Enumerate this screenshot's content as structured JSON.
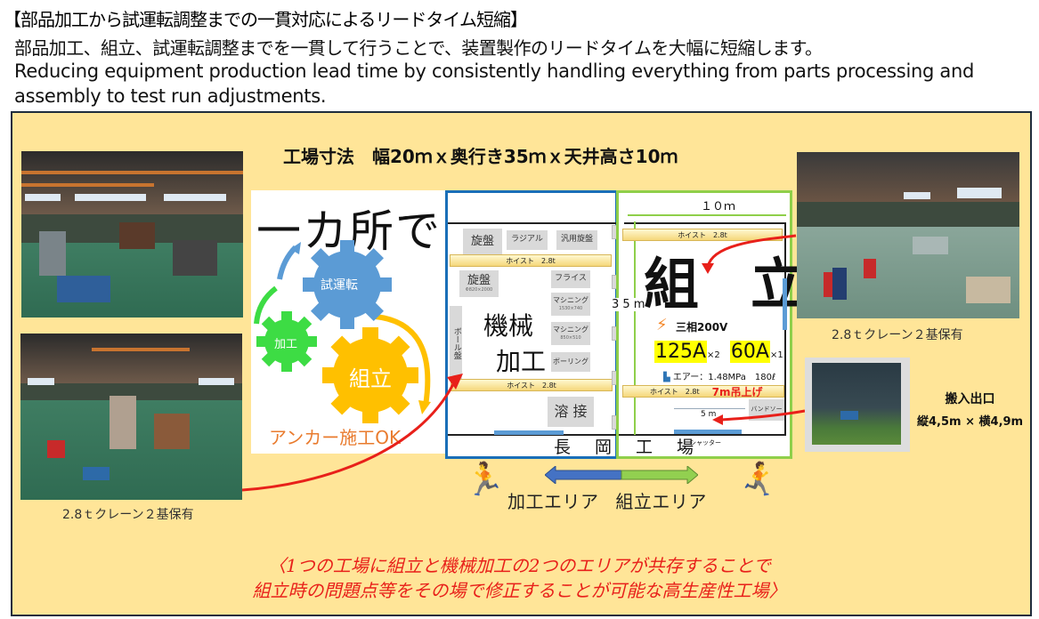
{
  "header": {
    "title": "【部品加工から試運転調整までの一貫対応によるリードタイム短縮】",
    "description_jp": "部品加工、組立、試運転調整までを一貫して行うことで、装置製作のリードタイムを大幅に短縮します。",
    "description_en": "Reducing equipment production lead time by consistently handling everything from parts processing and assembly to test run adjustments."
  },
  "panel": {
    "factory_dimensions": "工場寸法　幅20ｍｘ奥行き35ｍｘ天井高さ10ｍ",
    "left_photos": {
      "caption": "2.8ｔクレーン２基保有"
    },
    "right_photo": {
      "caption": "2.8ｔクレーン２基保有"
    },
    "concept": {
      "headline": "一カ所で",
      "gears": [
        {
          "label": "試運転",
          "color": "#5b9bd5"
        },
        {
          "label": "加工",
          "color": "#3ddc44"
        },
        {
          "label": "組立",
          "color": "#ffc000"
        }
      ],
      "anchor_note": "アンカー施工OK"
    },
    "floor_plan": {
      "machining_area": {
        "title_line1": "機械",
        "title_line2": "加工",
        "machines": [
          {
            "label": "旋盤"
          },
          {
            "label": "ラジアル"
          },
          {
            "label": "汎用旋盤"
          },
          {
            "label": "旋盤",
            "sub": "Φ820×2000"
          },
          {
            "label": "フライス"
          },
          {
            "label": "マシニング",
            "sub": "1530×740"
          },
          {
            "label": "マシニング",
            "sub": "850×510"
          },
          {
            "label": "ボーリング"
          },
          {
            "label": "ボール盤"
          },
          {
            "label": "溶 接"
          }
        ],
        "hoist_upper": "ホイスト　2.8t",
        "hoist_lower": "ホイスト　2.8t"
      },
      "assembly_area": {
        "width_label": "１０ｍ",
        "depth_label": "3 5 m",
        "title": "組　立",
        "hoist_upper": "ホイスト　2.8t",
        "hoist_lower": "ホイスト　2.8t",
        "lift_note": "7m吊上げ",
        "power": "三相200V",
        "current_1": "125A",
        "current_1_qty": "×2",
        "current_2": "60A",
        "current_2_qty": "×1",
        "air": "エアー：1.48MPa　180ℓ",
        "bandsaw": "バンドソー",
        "shutter_width": "5 m",
        "shutter_label": "シャッター"
      },
      "factory_name": "長　岡　工　場"
    },
    "area_labels": {
      "machining": "加工エリア",
      "assembly": "組立エリア"
    },
    "entrance": {
      "title": "搬入出口",
      "size": "縦4,5m × 横4,9m"
    },
    "conclusion": {
      "line1": "〈1つの工場に組立と機械加工の2つのエリアが共存することで",
      "line2": "組立時の問題点等をその場で修正することが可能な高生産性工場〉"
    },
    "colors": {
      "panel_bg": "#ffe598",
      "machining_border": "#1a6fb8",
      "assembly_border": "#8fcf4a",
      "conclusion_text": "#e8201a",
      "anchor_text": "#e97b2e",
      "highlight": "#ffff00"
    }
  }
}
